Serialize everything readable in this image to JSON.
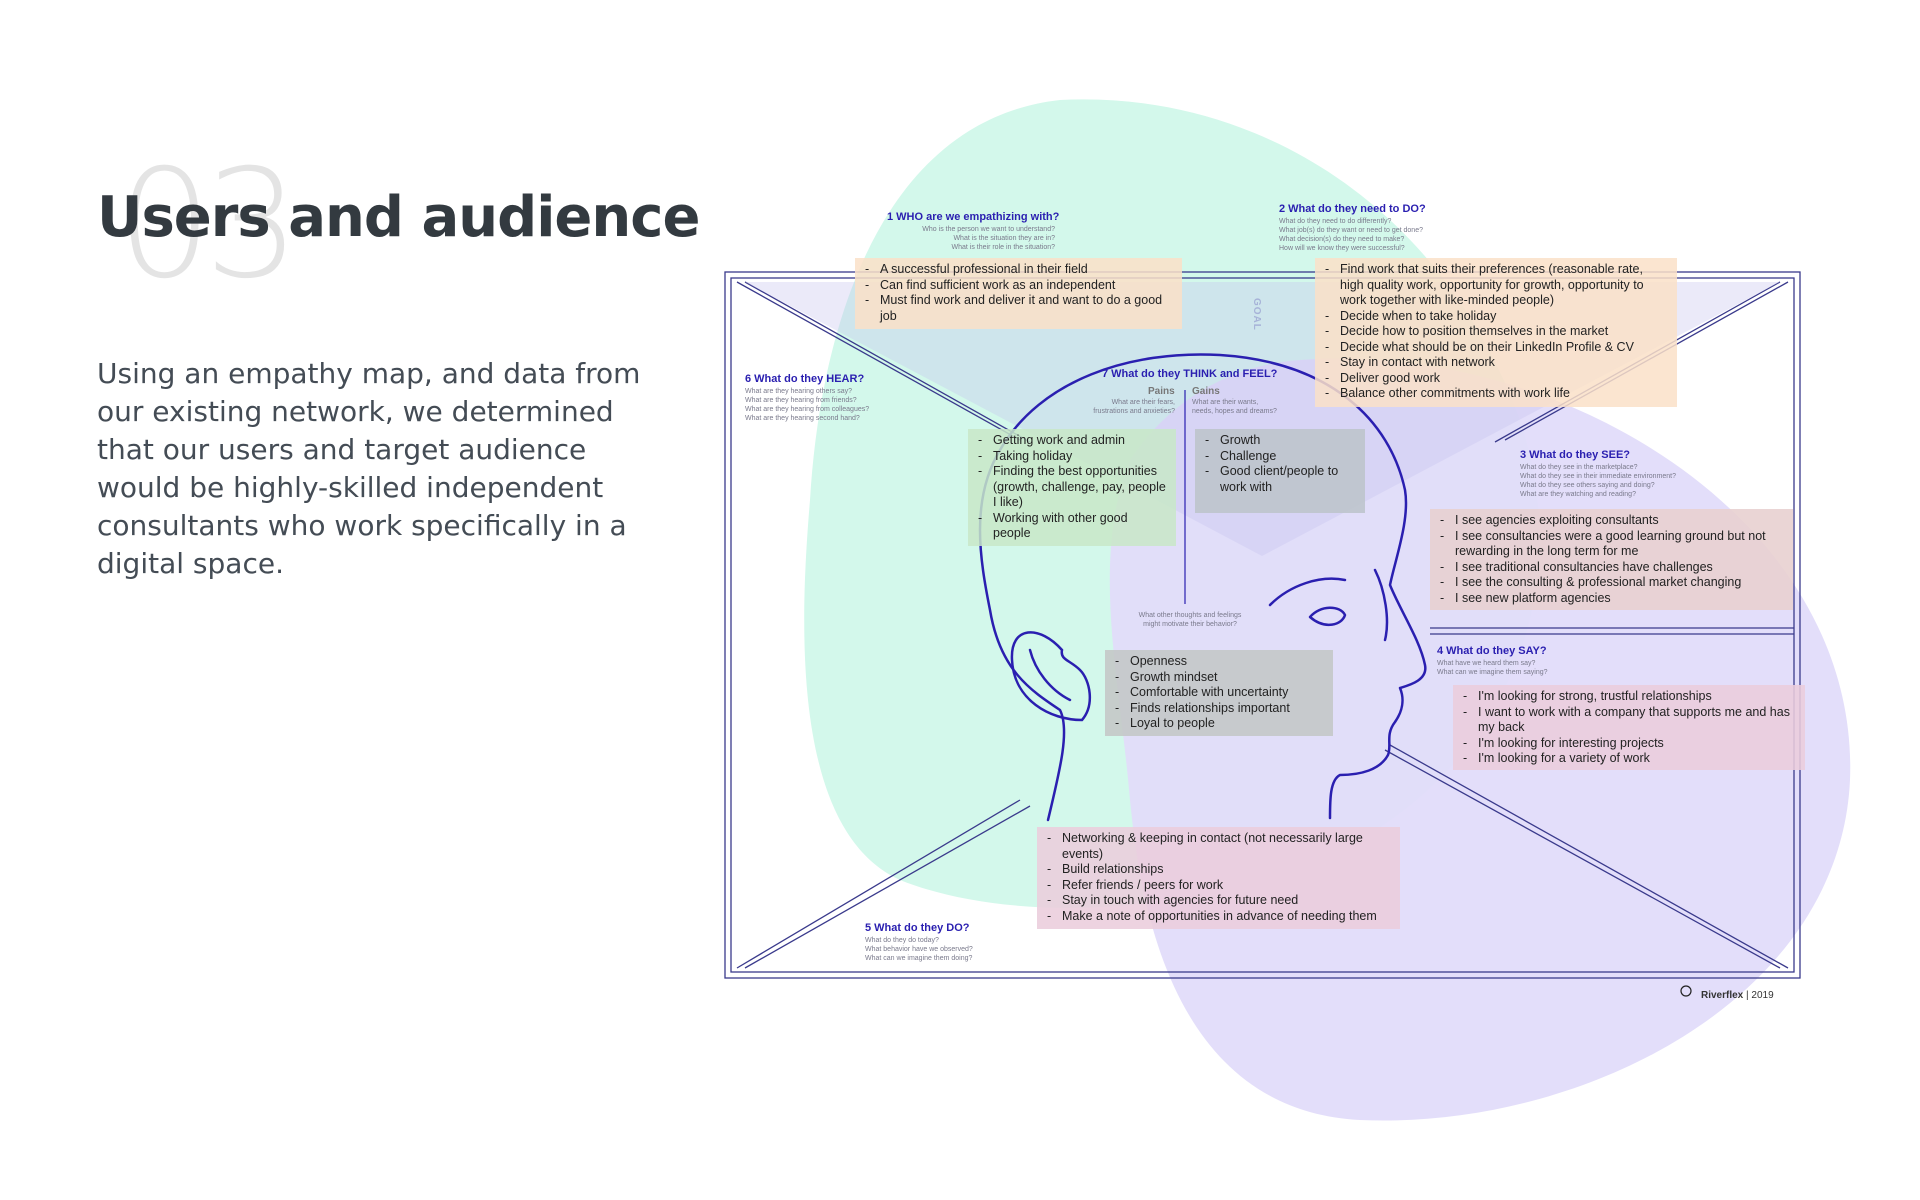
{
  "section": {
    "number": "03",
    "title": "Users and audience",
    "description": "Using an empathy map, and data from our existing network, we determined that our users and target audience would be highly-skilled independent consultants who work specifically in a digital space."
  },
  "empathy_map": {
    "goal_label": "GOAL",
    "q1": {
      "heading": "1 WHO are we empathizing with?",
      "subs": [
        "Who is the person we want to understand?",
        "What is the situation they are in?",
        "What is their role in the situation?"
      ],
      "items": [
        "A successful professional in their field",
        "Can find sufficient work as an independent",
        "Must find work and deliver it and want to do a good job"
      ]
    },
    "q2": {
      "heading": "2 What do they need to DO?",
      "subs": [
        "What do they need to do differently?",
        "What job(s) do they want or need to get done?",
        "What decision(s) do they need to make?",
        "How will we know they were successful?"
      ],
      "items": [
        "Find work that suits their preferences (reasonable rate, high quality work, opportunity for growth, opportunity to work together with like-minded people)",
        "Decide when to take holiday",
        "Decide how to position themselves in the market",
        "Decide what should be on their LinkedIn Profile & CV",
        "Stay in contact with network",
        "Deliver good work",
        "Balance other commitments with work life"
      ]
    },
    "q3": {
      "heading": "3 What do they SEE?",
      "subs": [
        "What do they see in the marketplace?",
        "What do they see in their immediate environment?",
        "What do they see others saying and doing?",
        "What are they watching and reading?"
      ],
      "items": [
        "I see agencies exploiting consultants",
        "I see consultancies were a good learning ground but not rewarding in the long term for me",
        "I see traditional consultancies have challenges",
        "I see the consulting & professional market changing",
        "I see new platform agencies"
      ]
    },
    "q4": {
      "heading": "4 What do they SAY?",
      "subs": [
        "What have we heard them say?",
        "What can we imagine them saying?"
      ],
      "items": [
        "I'm looking for strong, trustful relationships",
        "I want to work with a company that supports me and has my back",
        "I'm looking for interesting projects",
        "I'm looking for a variety of work"
      ]
    },
    "q5": {
      "heading": "5 What do they DO?",
      "subs": [
        "What do they do today?",
        "What behavior have we observed?",
        "What can we imagine them doing?"
      ],
      "items": [
        "Networking & keeping in contact (not necessarily large events)",
        "Build relationships",
        "Refer friends / peers for work",
        "Stay in touch with agencies for future need",
        "Make a note of opportunities in advance of needing them"
      ]
    },
    "q6": {
      "heading": "6 What do they HEAR?",
      "subs": [
        "What are they hearing others say?",
        "What are they hearing from friends?",
        "What are they hearing from colleagues?",
        "What are they hearing second hand?"
      ]
    },
    "q7": {
      "heading": "7 What do they THINK and FEEL?",
      "pains_label": "Pains",
      "pains_sub": [
        "What are their fears,",
        "frustrations and anxieties?"
      ],
      "gains_label": "Gains",
      "gains_sub": [
        "What are their wants,",
        "needs, hopes and dreams?"
      ],
      "other_sub": [
        "What other thoughts and feelings",
        "might motivate their behavior?"
      ],
      "pains": [
        "Getting work and admin",
        "Taking holiday",
        "Finding the best opportunities (growth, challenge, pay, people I like)",
        "Working with other good people"
      ],
      "gains": [
        "Growth",
        "Challenge",
        "Good client/people to work with"
      ],
      "motivations": [
        "Openness",
        "Growth mindset",
        "Comfortable with uncertainty",
        "Finds relationships important",
        "Loyal to people"
      ]
    },
    "footer": {
      "copyright": "©",
      "brand": "Riverflex",
      "year": "| 2019"
    },
    "colors": {
      "mint_blob": "#d3f8eb",
      "lavender_blob": "#e2dcfa",
      "outline": "#2a1fb0",
      "frame": "#3a3a8c"
    }
  }
}
